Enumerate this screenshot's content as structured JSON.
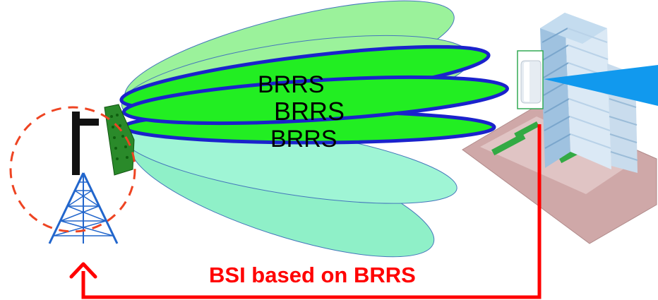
{
  "diagram": {
    "beam_labels": {
      "upper": "BRRS",
      "center": "BRRS",
      "lower": "BRRS"
    },
    "feedback_label": "BSI based on BRRS"
  },
  "colors": {
    "wide_beams_fill": "#9bf29b",
    "wide_beams_lower_fill": "#8ff0c8",
    "narrow_beams_fill": "#22ee22",
    "narrow_beams_stroke": "#1a22cc",
    "feedback_arrow": "#ff0000",
    "coverage_circle": "#ee4422",
    "ue_beam": "#1199ee"
  }
}
